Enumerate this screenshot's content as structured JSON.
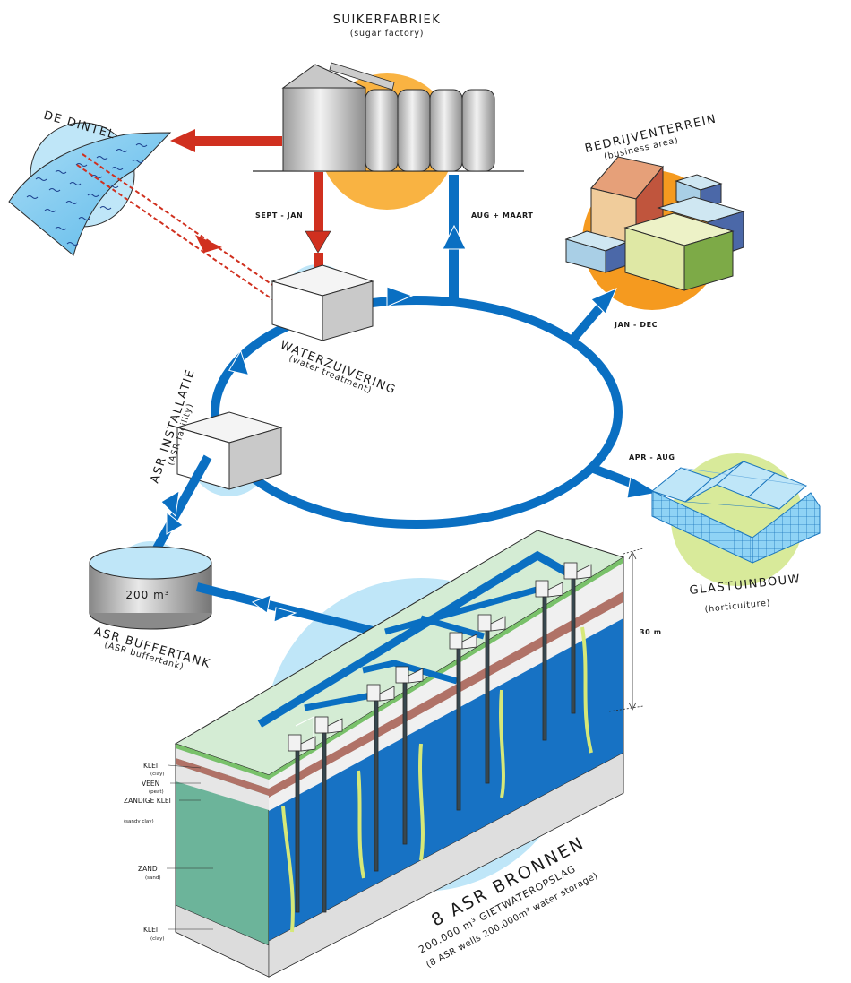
{
  "labels": {
    "sugar_factory": "SUIKERFABRIEK",
    "sugar_factory_en": "(sugar factory)",
    "river": "DE DINTEL",
    "business_area": "BEDRIJVENTERREIN",
    "business_area_en": "(business area)",
    "water_treatment": "WATERZUIVERING",
    "water_treatment_en": "(water treatment)",
    "asr_installation": "ASR INSTALLATIE",
    "asr_installation_en": "(ASR facility)",
    "buffer_tank": "ASR BUFFERTANK",
    "buffer_tank_en": "(ASR buffertank)",
    "tank_volume": "200 m³",
    "horticulture": "GLASTUINBOUW",
    "horticulture_en": "(horticulture)",
    "depth": "30 m"
  },
  "periods": {
    "sept_jan": "SEPT - JAN",
    "aug_maart": "AUG + MAART",
    "jan_dec": "JAN - DEC",
    "apr_aug": "APR - AUG"
  },
  "layers": [
    {
      "name": "KLEI",
      "en": "(clay)"
    },
    {
      "name": "VEEN",
      "en": "(peat)"
    },
    {
      "name": "ZANDIGE KLEI",
      "en": "(sandy clay)"
    },
    {
      "name": "ZAND",
      "en": "(sand)"
    },
    {
      "name": "KLEI",
      "en": "(clay)"
    }
  ],
  "wells": {
    "title": "8 ASR BRONNEN",
    "subtitle": "200.000 m³ GIETWATEROPSLAG",
    "subtitle_en": "(8 ASR wells 200.000m³ water storage)"
  },
  "colors": {
    "water_flow": "#0a6fc2",
    "factory_flow": "#d0301f",
    "light_blue": "#bfe6f8",
    "orange": "#f7a935",
    "sand": "#6cb49a",
    "grass": "#d4ecd4"
  }
}
